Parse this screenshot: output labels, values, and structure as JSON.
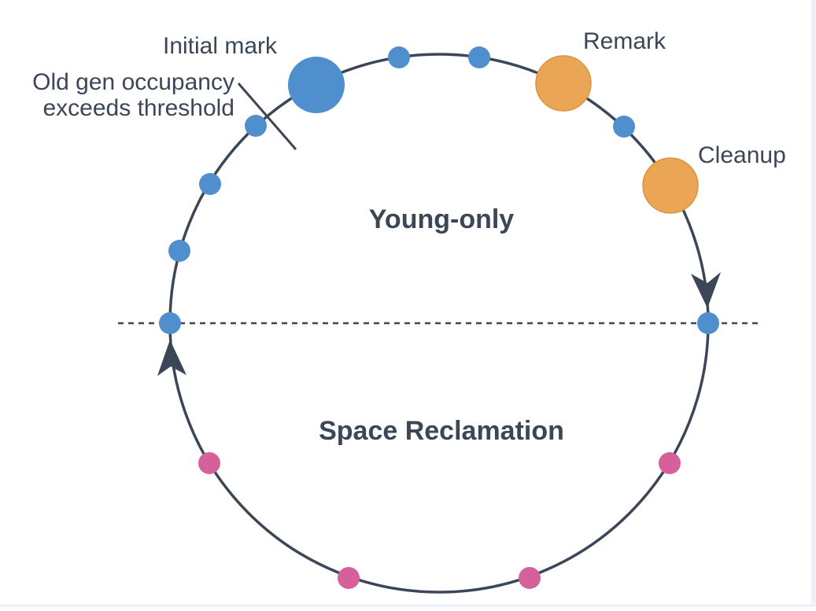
{
  "labels": {
    "initial_mark": "Initial mark",
    "trigger_line1": "Old gen occupancy",
    "trigger_line2": "exceeds threshold",
    "remark": "Remark",
    "cleanup": "Cleanup",
    "young_only": "Young-only",
    "space_reclamation": "Space Reclamation"
  },
  "colors": {
    "cycle_stroke": "#3b4656",
    "young_gc": "#4f8fce",
    "concurrent_phase": "#eba655",
    "mixed_gc": "#d6609b",
    "text": "#3b4656"
  }
}
